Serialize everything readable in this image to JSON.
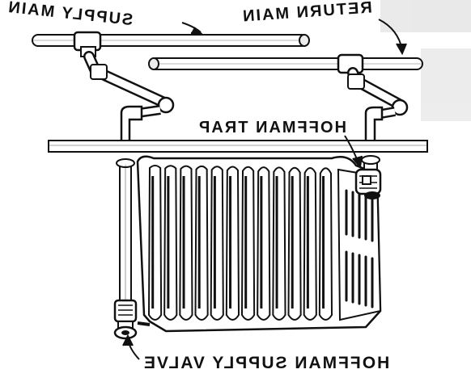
{
  "labels": {
    "supply_main": "SUPPLY MAIN",
    "return_main": "RETURN MAIN",
    "trap": "HOFFMAN TRAP",
    "supply_valve": "HOFFMAN SUPPLY VALVE"
  },
  "colors": {
    "ink": "#111111",
    "paper": "#ffffff",
    "shade": "#d9d9d9"
  },
  "radiator": {
    "section_count": 12
  }
}
